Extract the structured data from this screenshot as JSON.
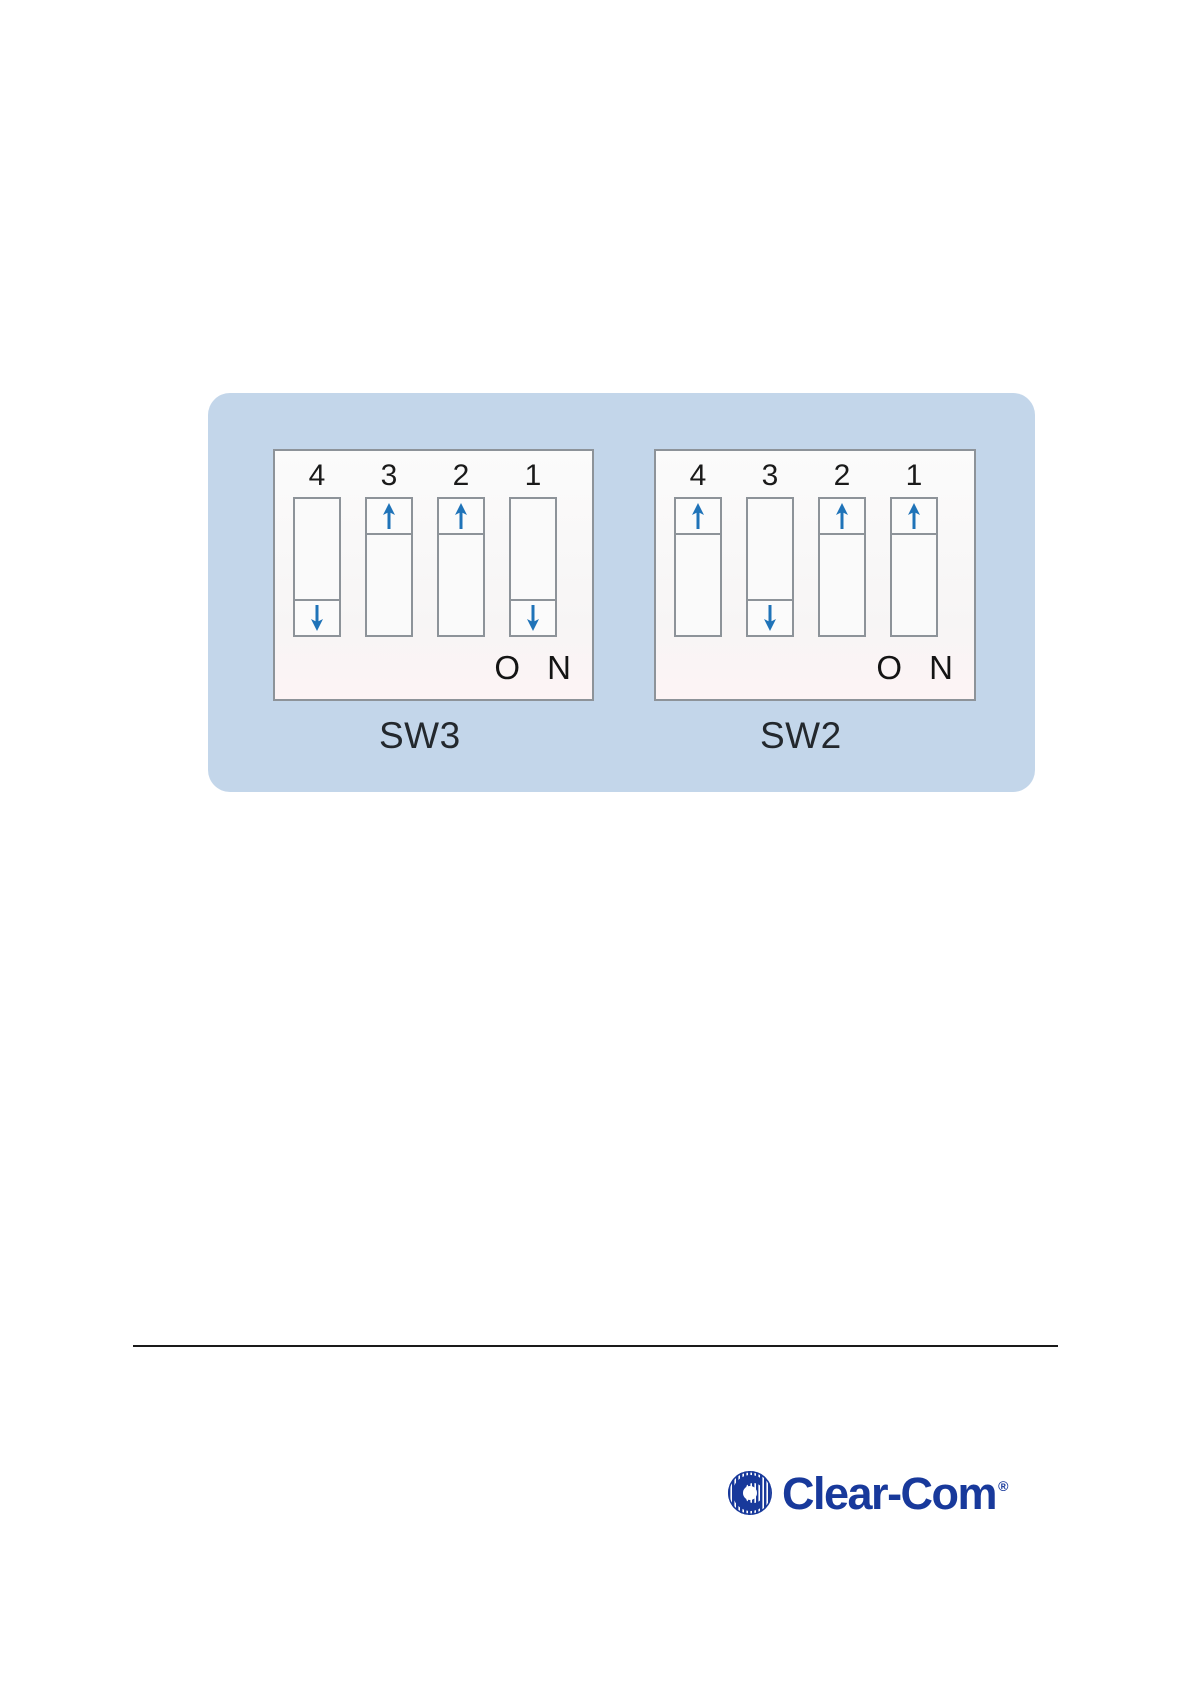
{
  "figure": {
    "panel_background": "#c3d6ea",
    "switch_blocks": [
      {
        "caption": "SW3",
        "on_label": "O N",
        "switches": [
          {
            "number": "4",
            "position": "down",
            "state": "off",
            "arrow": "down-arrow-icon"
          },
          {
            "number": "3",
            "position": "up",
            "state": "on",
            "arrow": "up-arrow-icon"
          },
          {
            "number": "2",
            "position": "up",
            "state": "on",
            "arrow": "up-arrow-icon"
          },
          {
            "number": "1",
            "position": "down",
            "state": "off",
            "arrow": "down-arrow-icon"
          }
        ]
      },
      {
        "caption": "SW2",
        "on_label": "O N",
        "switches": [
          {
            "number": "4",
            "position": "up",
            "state": "on",
            "arrow": "up-arrow-icon"
          },
          {
            "number": "3",
            "position": "down",
            "state": "off",
            "arrow": "down-arrow-icon"
          },
          {
            "number": "2",
            "position": "up",
            "state": "on",
            "arrow": "up-arrow-icon"
          },
          {
            "number": "1",
            "position": "up",
            "state": "on",
            "arrow": "up-arrow-icon"
          }
        ]
      }
    ],
    "arrow_color": "#1f73b8",
    "switch_outline_color": "#8d9399"
  },
  "footer": {
    "logo": {
      "wordmark": "Clear-Com",
      "registered": "®",
      "color": "#18399b",
      "mark_name": "clearcom-globe-icon"
    }
  }
}
